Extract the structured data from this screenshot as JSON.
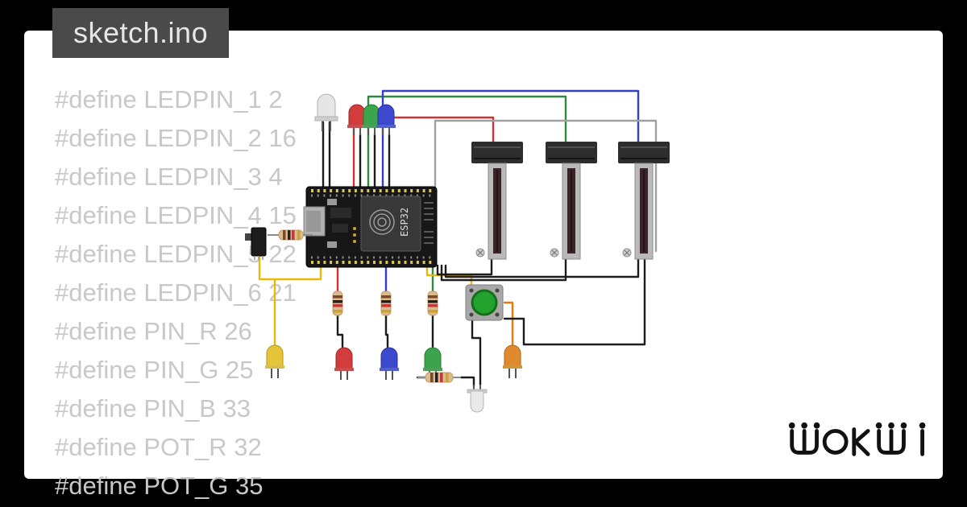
{
  "file_tab": {
    "label": "sketch.ino"
  },
  "code": {
    "lines": [
      "#define LEDPIN_1 2",
      "#define LEDPIN_2 16",
      "#define LEDPIN_3 4",
      "#define LEDPIN_4 15",
      "#define LEDPIN_5 22",
      "#define LEDPIN_6 21",
      "#define PIN_R 26",
      "#define PIN_G 25",
      "#define PIN_B 33",
      "#define POT_R 32",
      "#define POT_G 35"
    ]
  },
  "logo": {
    "text": "WOKWI"
  },
  "circuit": {
    "board": {
      "label": "ESP32"
    },
    "components": [
      {
        "type": "esp32-devkit-board",
        "label": "ESP32"
      },
      {
        "type": "led",
        "color": "white",
        "position": "top"
      },
      {
        "type": "led",
        "color": "red",
        "position": "top"
      },
      {
        "type": "led",
        "color": "green",
        "position": "top"
      },
      {
        "type": "led",
        "color": "blue",
        "position": "top"
      },
      {
        "type": "slide-potentiometer",
        "index": 1
      },
      {
        "type": "slide-potentiometer",
        "index": 2
      },
      {
        "type": "slide-potentiometer",
        "index": 3
      },
      {
        "type": "slide-switch"
      },
      {
        "type": "resistor",
        "orientation": "horizontal",
        "position": "left"
      },
      {
        "type": "resistor",
        "orientation": "vertical",
        "index": 1
      },
      {
        "type": "resistor",
        "orientation": "vertical",
        "index": 2
      },
      {
        "type": "resistor",
        "orientation": "vertical",
        "index": 3
      },
      {
        "type": "pushbutton",
        "color": "green"
      },
      {
        "type": "led",
        "color": "yellow",
        "position": "bottom"
      },
      {
        "type": "led",
        "color": "red",
        "position": "bottom"
      },
      {
        "type": "led",
        "color": "blue",
        "position": "bottom"
      },
      {
        "type": "led",
        "color": "green",
        "position": "bottom"
      },
      {
        "type": "led",
        "color": "orange",
        "position": "bottom"
      },
      {
        "type": "resistor",
        "orientation": "horizontal",
        "position": "bottom"
      },
      {
        "type": "led",
        "color": "white",
        "position": "bottom"
      }
    ],
    "wire_colors": {
      "red": "#cf3232",
      "green": "#2e8b3d",
      "blue": "#3140c4",
      "black": "#1c1c1c",
      "yellow": "#e8b80a",
      "orange": "#e57c0a",
      "gray": "#a0a0a0"
    }
  },
  "colors": {
    "frame": "#000000",
    "panel": "#ffffff",
    "tab_bg": "#4a4a4a",
    "code_text": "#c8c8c8",
    "logo_text": "#111111"
  }
}
